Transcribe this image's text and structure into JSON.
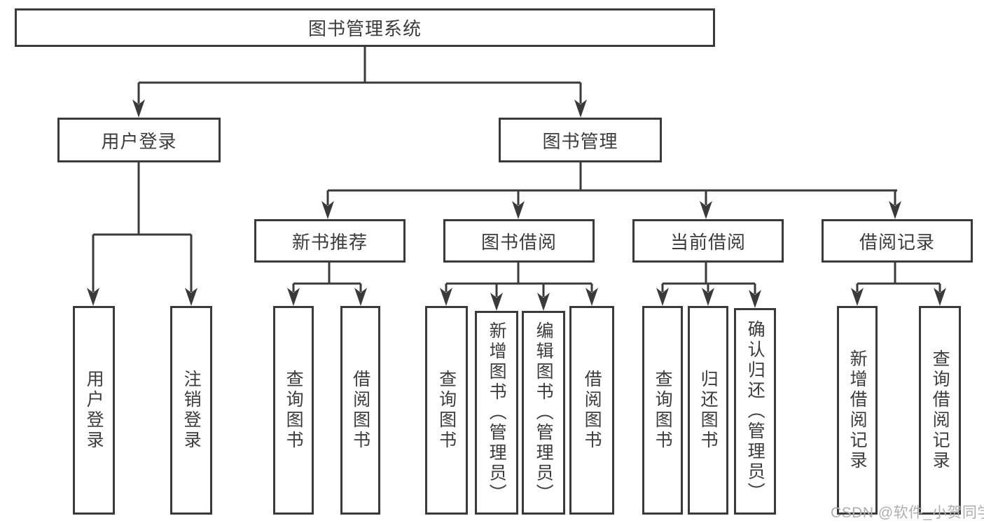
{
  "colors": {
    "line": "#3a3a3a",
    "text": "#3c3c3c",
    "background": "#ffffff"
  },
  "root": {
    "label": "图书管理系统"
  },
  "level2": [
    {
      "label": "用户登录",
      "parent": "图书管理系统"
    },
    {
      "label": "图书管理",
      "parent": "图书管理系统"
    }
  ],
  "level3": [
    {
      "label": "新书推荐",
      "parent": "图书管理"
    },
    {
      "label": "图书借阅",
      "parent": "图书管理"
    },
    {
      "label": "当前借阅",
      "parent": "图书管理"
    },
    {
      "label": "借阅记录",
      "parent": "图书管理"
    }
  ],
  "leaves": [
    {
      "label": "用户登录",
      "parent": "用户登录"
    },
    {
      "label": "注销登录",
      "parent": "用户登录"
    },
    {
      "label": "查询图书",
      "parent": "新书推荐"
    },
    {
      "label": "借阅图书",
      "parent": "新书推荐"
    },
    {
      "label": "查询图书",
      "parent": "图书借阅"
    },
    {
      "label": "新增图书（管理员）",
      "parent": "图书借阅"
    },
    {
      "label": "编辑图书（管理员）",
      "parent": "图书借阅"
    },
    {
      "label": "借阅图书",
      "parent": "图书借阅"
    },
    {
      "label": "查询图书",
      "parent": "当前借阅"
    },
    {
      "label": "归还图书",
      "parent": "当前借阅"
    },
    {
      "label": "确认归还（管理员）",
      "parent": "当前借阅"
    },
    {
      "label": "新增借阅记录",
      "parent": "借阅记录"
    },
    {
      "label": "查询借阅记录",
      "parent": "借阅记录"
    }
  ],
  "watermark": {
    "text": "CSDN @软件_小贺同学",
    "color": "#aeaeae"
  }
}
